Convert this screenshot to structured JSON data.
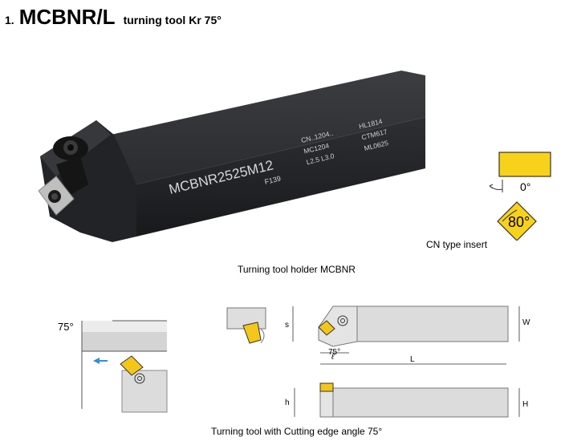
{
  "heading": {
    "number": "1.",
    "model": "MCBNR/L",
    "subtitle": "turning tool Kr 75°"
  },
  "holder_markings": {
    "designation": "MCBNR2525M12",
    "code": "F139",
    "col1": [
      "CN..1204..",
      "MC1204",
      "L2.5 L3.0"
    ],
    "col2": [
      "HL1814",
      "CTM617",
      "ML0625"
    ]
  },
  "insert": {
    "clearance_angle": "0°",
    "nose_angle": "80°",
    "caption": "CN type insert"
  },
  "captions": {
    "holder": "Turning tool holder MCBNR",
    "edge_angle": "Turning tool with Cutting edge angle 75°"
  },
  "diagram_left": {
    "angle": "75°"
  },
  "dimensions": {
    "s": "s",
    "w": "W",
    "l": "L",
    "h_small": "h",
    "h_big": "H",
    "angle": "75°",
    "ell": "ℓ"
  },
  "colors": {
    "insert_yellow": "#f4c61a",
    "body_grey": "#d9d9d9",
    "arrow_blue": "#2f8fd8"
  }
}
